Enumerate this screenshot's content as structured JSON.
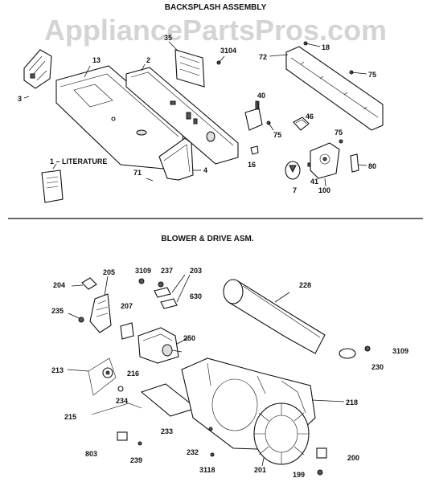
{
  "sections": {
    "backsplash_title": "BACKSPLASH ASSEMBLY",
    "blower_title": "BLOWER & DRIVE ASM."
  },
  "watermark": "AppliancePartsPros.com",
  "backsplash_labels": {
    "p3": "3",
    "p13": "13",
    "p2": "2",
    "p35": "35",
    "p3104": "3104",
    "p72": "72",
    "p18": "18",
    "p75a": "75",
    "p1": "1 – LITERATURE",
    "p71": "71",
    "p4": "4",
    "p40": "40",
    "p75b": "75",
    "p46": "46",
    "p16": "16",
    "p75c": "75",
    "p7": "7",
    "p41": "41",
    "p100": "100",
    "p80": "80"
  },
  "blower_labels": {
    "p3109a": "3109",
    "p237": "237",
    "p203": "203",
    "p205": "205",
    "p204": "204",
    "p228": "228",
    "p630": "630",
    "p207": "207",
    "p235": "235",
    "p250": "250",
    "p3109b": "3109",
    "p230": "230",
    "p213": "213",
    "p216": "216",
    "p234": "234",
    "p218": "218",
    "p215": "215",
    "p233": "233",
    "p803": "803",
    "p232": "232",
    "p239": "239",
    "p200": "200",
    "p3118": "3118",
    "p201": "201",
    "p199": "199"
  }
}
